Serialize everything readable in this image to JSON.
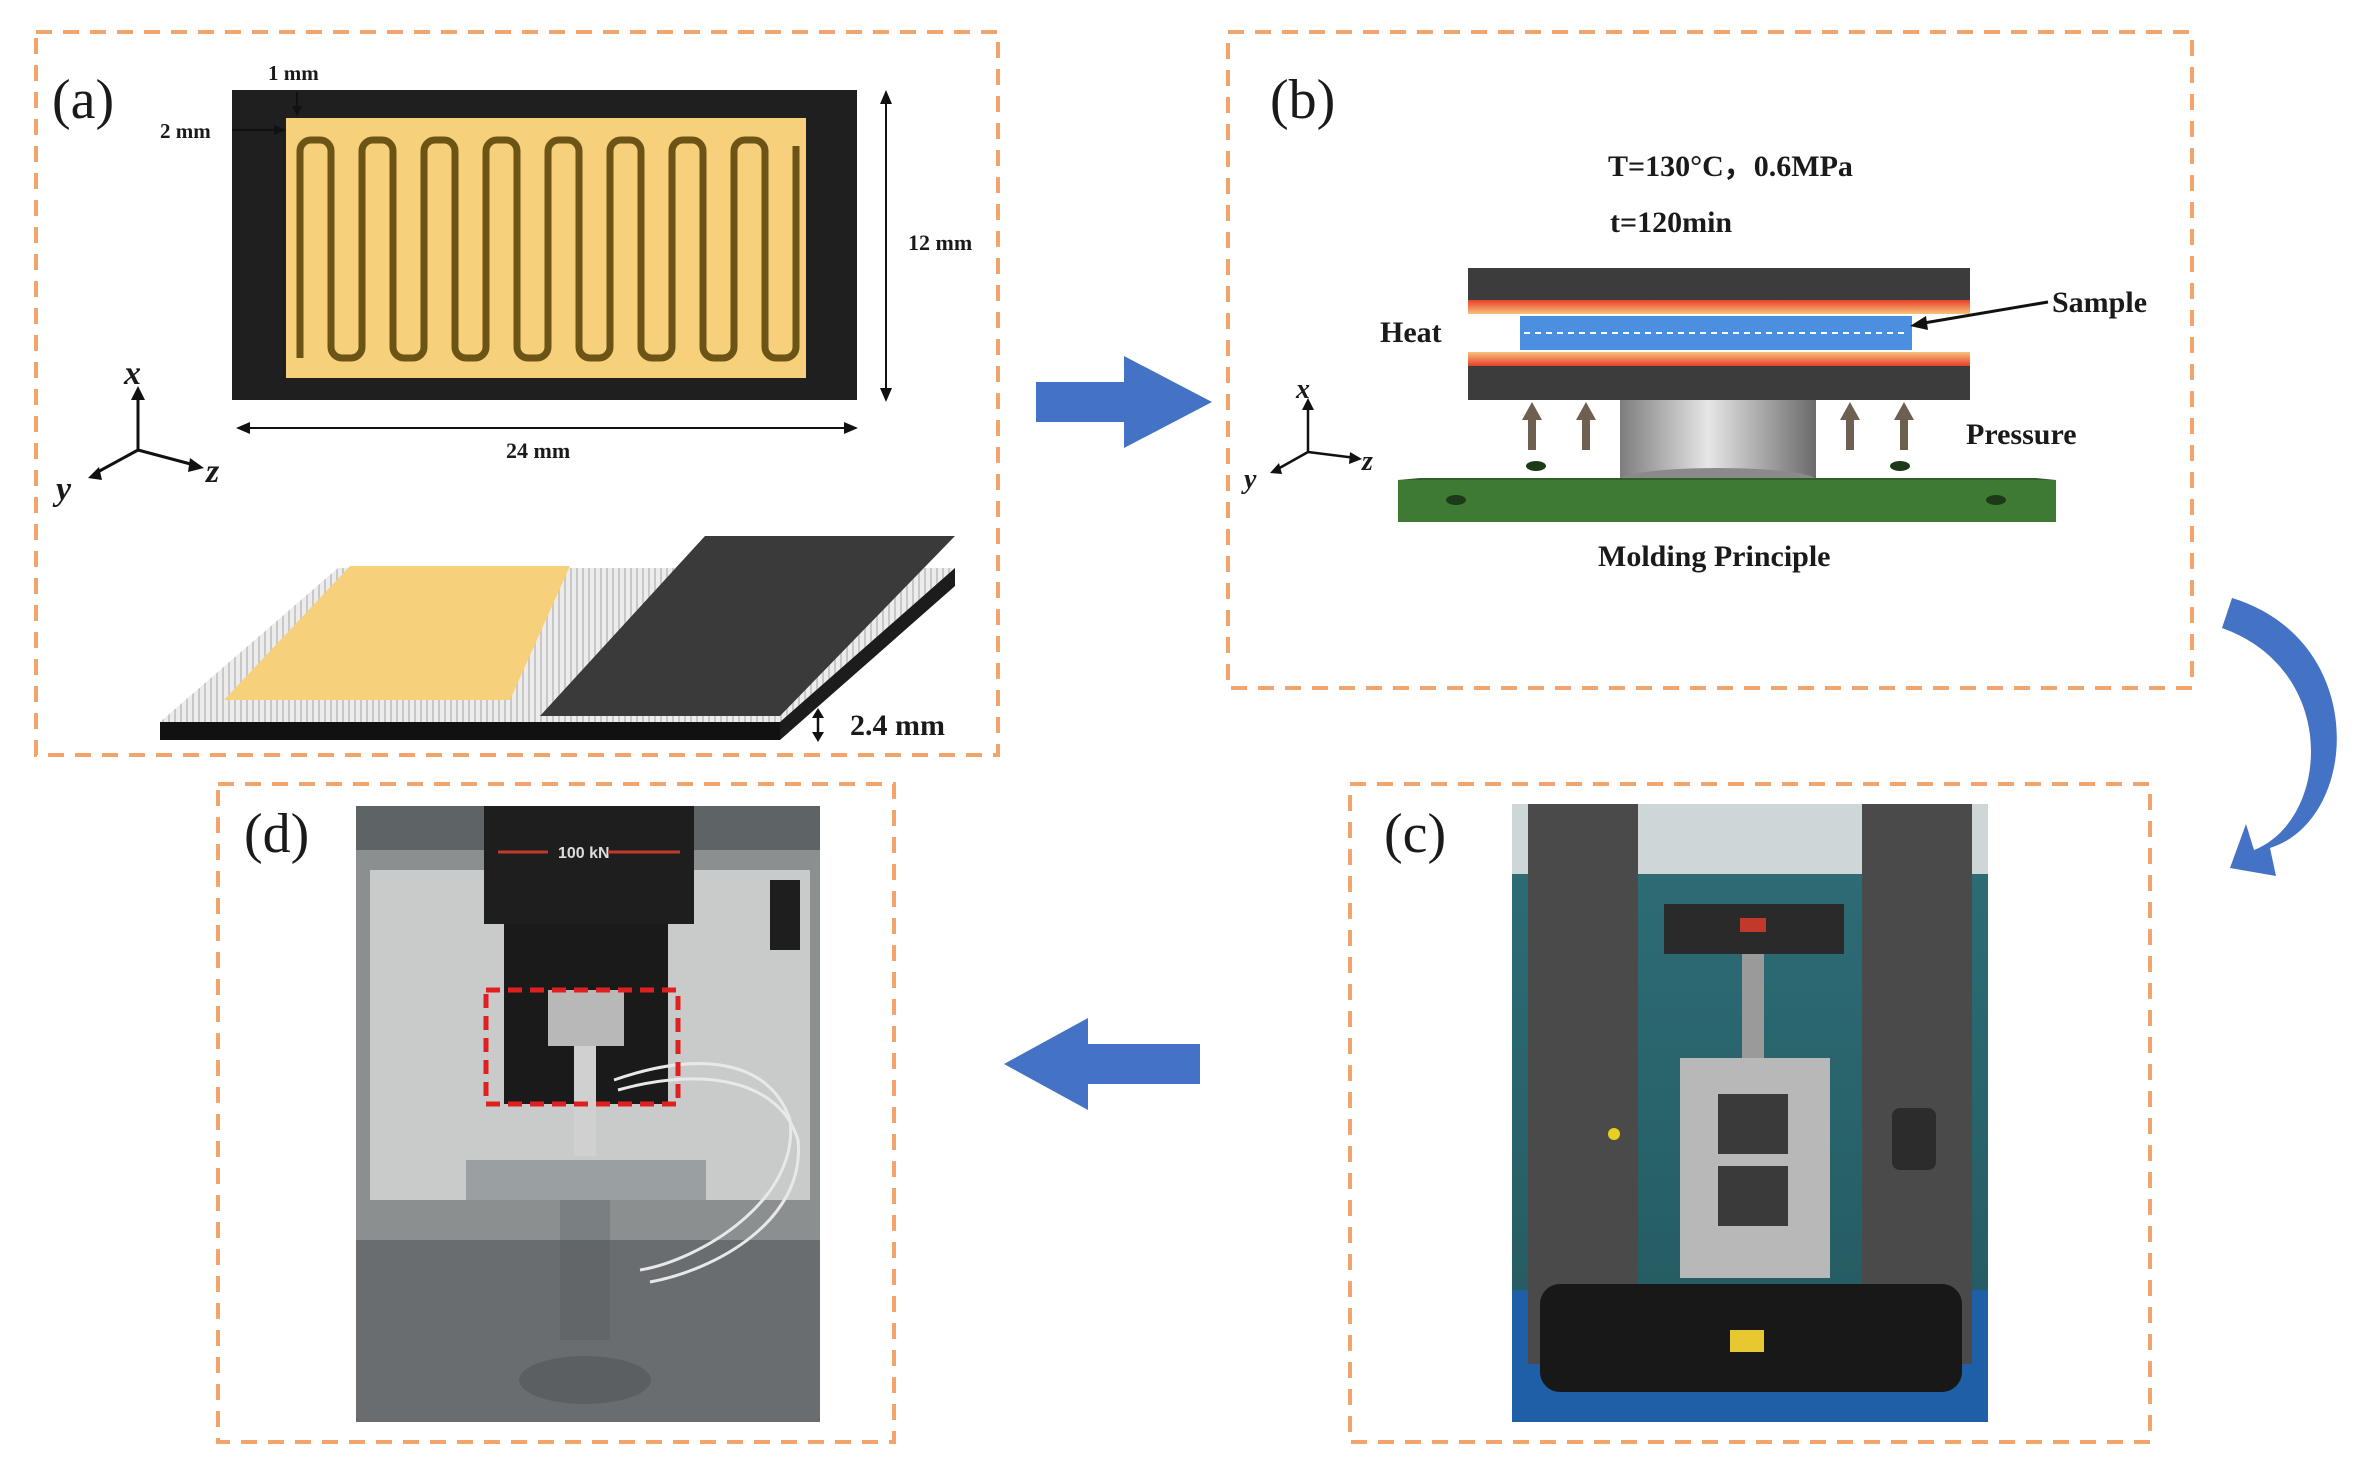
{
  "panels": {
    "a": {
      "label": "(a)",
      "dim_top": "1 mm",
      "dim_left": "2 mm",
      "dim_height": "12 mm",
      "dim_width": "24 mm",
      "dim_thickness": "2.4 mm",
      "axis_x": "x",
      "axis_y": "y",
      "axis_z": "z"
    },
    "b": {
      "label": "(b)",
      "conditions_line1": "T=130°C，0.6MPa",
      "conditions_line2": "t=120min",
      "heat_label": "Heat",
      "sample_label": "Sample",
      "pressure_label": "Pressure",
      "caption": "Molding Principle",
      "axis_x": "x",
      "axis_y": "y",
      "axis_z": "z"
    },
    "c": {
      "label": "(c)"
    },
    "d": {
      "label": "(d)",
      "load_cell_text": "100 kN"
    }
  },
  "colors": {
    "panel_border": "#f2a46a",
    "flow_arrow": "#4472c4",
    "electrode": "#f6d07a",
    "electrode_trace": "#6b5416",
    "substrate": "#1f1f1f",
    "press_plate": "#3c3c3c",
    "heater": "#e8402a",
    "sample": "#4a8fe0",
    "base": "#3f7a35",
    "highlight_box": "#e02020"
  }
}
